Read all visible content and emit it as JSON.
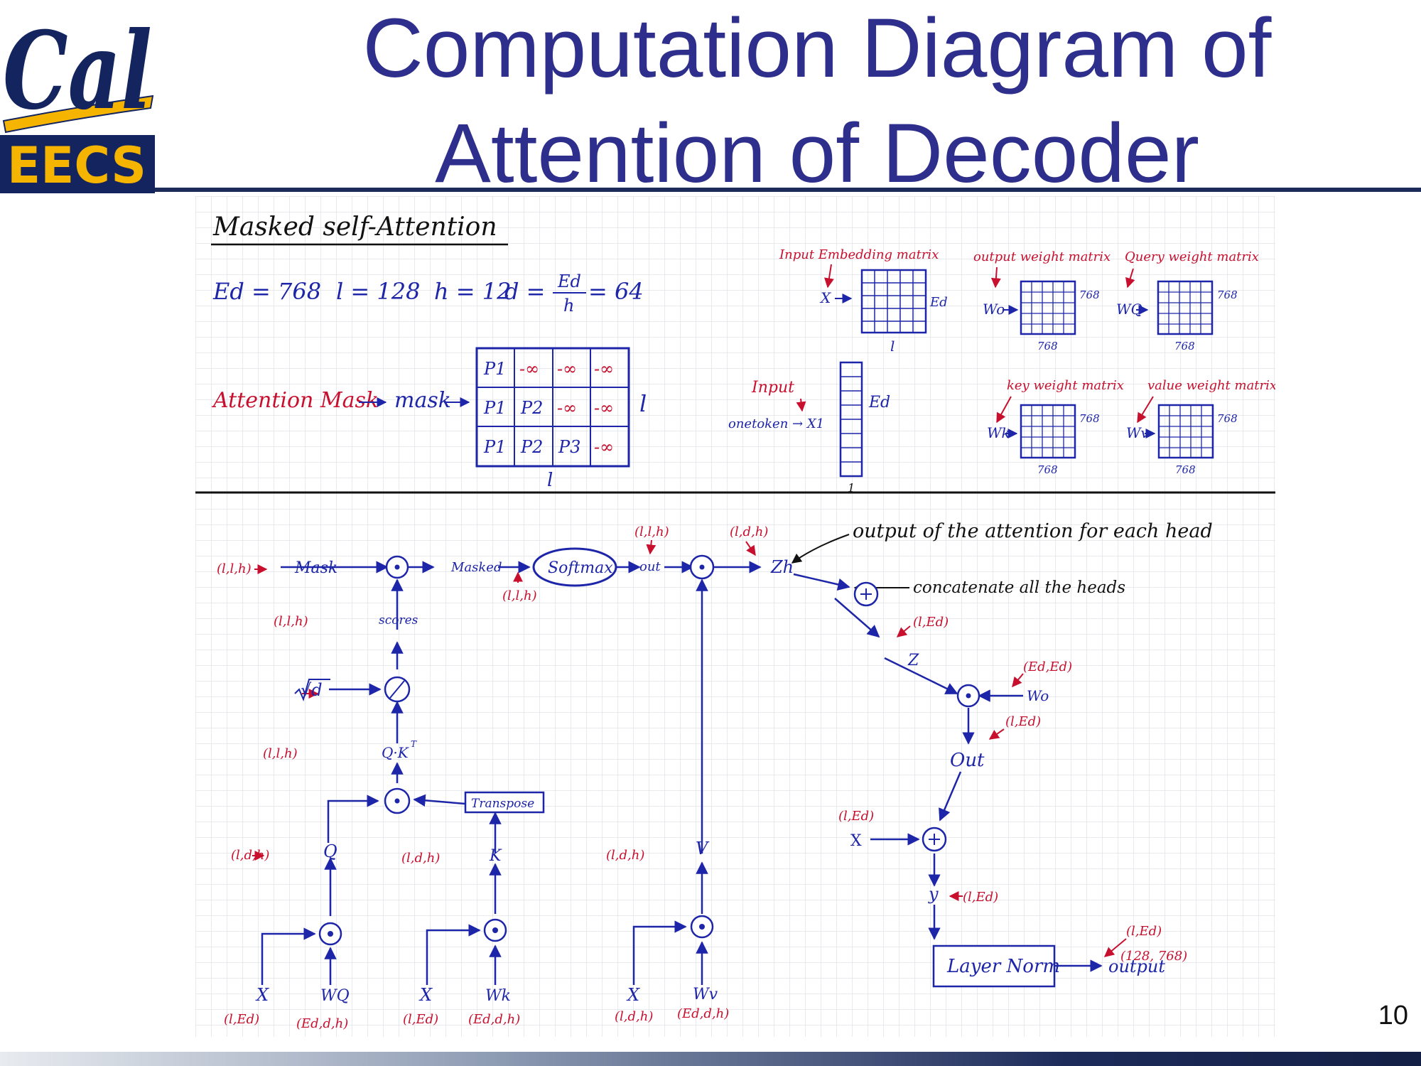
{
  "slide": {
    "title_line1": "Computation Diagram of",
    "title_line2": "Attention of Decoder",
    "page_number": "10",
    "logo": {
      "top_text": "Cal",
      "bottom_text": "EECS",
      "colors": {
        "blue": "#13245f",
        "gold": "#f5b400"
      }
    }
  },
  "colors": {
    "ink_blue": "#1d25a8",
    "ink_red": "#c8102e",
    "ink_black": "#111111",
    "grid": "#d9dde3"
  },
  "notes": {
    "heading": "Masked self-Attention",
    "params": {
      "ed": "Ed = 768",
      "l": "l = 128",
      "h": "h = 12",
      "d_lhs": "d =",
      "d_num": "Ed",
      "d_den": "h",
      "d_rhs": "= 64"
    },
    "attention_mask_label": "Attention Mask",
    "mask_word": "mask",
    "mask_rows": [
      [
        "P1",
        "-∞",
        "-∞",
        "-∞"
      ],
      [
        "P1",
        "P2",
        "-∞",
        "-∞"
      ],
      [
        "P1",
        "P2",
        "P3",
        "-∞"
      ]
    ],
    "mask_dim_rows": "l",
    "mask_dim_cols": "l",
    "input_embedding_label": "Input Embedding matrix",
    "x_label": "X",
    "ed_label": "Ed",
    "l_label": "l",
    "input_label": "Input",
    "onetoken_label": "onetoken → X1",
    "one_label": "1",
    "weights": [
      {
        "caption": "output weight matrix",
        "symbol": "Wo",
        "dim": "768"
      },
      {
        "caption": "Query weight matrix",
        "symbol": "WQ",
        "dim": "768"
      },
      {
        "caption": "key weight matrix",
        "symbol": "Wk",
        "dim": "768"
      },
      {
        "caption": "value weight matrix",
        "symbol": "Wv",
        "dim": "768"
      }
    ]
  },
  "diagram": {
    "mask": "Mask",
    "mask_shape": "(l,l,h)",
    "masked": "Masked",
    "masked_shape": "(l,l,h)",
    "softmax": "Softmax",
    "out_top": "out",
    "out_top_shape": "(l,l,h)",
    "zh": "Zh",
    "zh_shape": "(l,d,h)",
    "zh_note": "output of the attention for each head",
    "concat_note": "concatenate all the heads",
    "z": "Z",
    "z_shape": "(l,Ed)",
    "wo": "Wo",
    "wo_shape": "(Ed,Ed)",
    "out": "Out",
    "out_shape": "(l,Ed)",
    "scores": "scores",
    "scores_shape": "(l,l,h)",
    "sqrt_d": "√d",
    "qk": "Q·K",
    "qk_sup": "T",
    "qk_shape": "(l,l,h)",
    "transpose": "Transpose",
    "q": "Q",
    "q_shape": "(l,d,h)",
    "k": "K",
    "k_shape": "(l,d,h)",
    "v": "V",
    "v_shape": "(l,d,h)",
    "x_res": "X",
    "x_res_shape": "(l,Ed)",
    "y": "y",
    "y_shape": "(l,Ed)",
    "layer_norm": "Layer Norm",
    "output": "output",
    "output_shape1": "(l,Ed)",
    "output_shape2": "(128, 768)",
    "bottom_inputs": [
      {
        "label": "X",
        "shape": "(l,Ed)"
      },
      {
        "label": "WQ",
        "shape": "(Ed,d,h)"
      },
      {
        "label": "X",
        "shape": "(l,Ed)"
      },
      {
        "label": "Wk",
        "shape": "(Ed,d,h)"
      },
      {
        "label": "X",
        "shape": "(l,d,h)"
      },
      {
        "label": "Wv",
        "shape": "(Ed,d,h)"
      }
    ]
  }
}
